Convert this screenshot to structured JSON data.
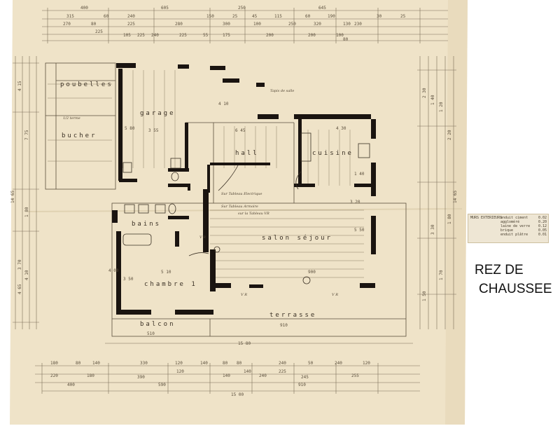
{
  "title": {
    "line1": "REZ DE",
    "line2": "CHAUSSEE"
  },
  "colors": {
    "paper": "#efe3c8",
    "ink": "#2a221a",
    "wall": "#1a1410",
    "pencil": "#6f6350"
  },
  "rooms": {
    "poubelles": "poubelles",
    "bucher": "bucher",
    "garage": "garage",
    "hall": "hall",
    "cuisine": "cuisine",
    "salon_sejour": "salon séjour",
    "chambre": "chambre 1",
    "bains": "bains",
    "balcon": "balcon",
    "terrasse": "terrasse"
  },
  "dims": {
    "top1": [
      "400",
      "605",
      "250",
      "645"
    ],
    "top2": [
      "315",
      "60",
      "240",
      "150",
      "25",
      "45",
      "115",
      "60",
      "190",
      "30",
      "25"
    ],
    "top3": [
      "270",
      "80",
      "225",
      "280",
      "300",
      "100",
      "250",
      "320",
      "130",
      "230"
    ],
    "top4": [
      "225",
      "105",
      "225",
      "240",
      "225",
      "55",
      "175",
      "200",
      "200",
      "100",
      "80"
    ],
    "bottom1": [
      "180",
      "80",
      "140",
      "330",
      "120",
      "140",
      "80",
      "80",
      "240",
      "50",
      "240",
      "120"
    ],
    "bottom2": [
      "220",
      "180",
      "390",
      "120",
      "140",
      "140",
      "240",
      "225",
      "245",
      "255"
    ],
    "bottom3": [
      "400",
      "590",
      "910"
    ],
    "bottom_total": "15 00",
    "overall": "15 80",
    "balcon_w": "510",
    "terrasse_w": "910",
    "sejour_w": "900",
    "left_total": "14 65",
    "left_vals": [
      "4 15",
      "7 75",
      "4 65",
      "1 80",
      "3 70",
      "4 10"
    ],
    "right_total": "14 65",
    "right_vals": [
      "2 30",
      "1 40",
      "1 20",
      "2 20",
      "3 30",
      "1 50",
      "1 70",
      "1 80"
    ],
    "garage_dims": [
      "3 55",
      "5 80",
      "4 10",
      "6 45"
    ],
    "chambre_dims": [
      "5 10",
      "3 50",
      "4 00"
    ],
    "cuisine_dims": [
      "5 50",
      "4 30",
      "1 40",
      "3 20"
    ]
  },
  "annotations": {
    "vr1": "V R",
    "vr2": "V R",
    "vr3": "V R",
    "haie": "1/2 terme",
    "note1": "Sur Tableau Electrique",
    "note2": "Sur Tableau Armoire",
    "note3": "sur la Tableau VR",
    "note4": "Tapis de salle"
  },
  "legend": {
    "heading": "MURS EXTERIEURS",
    "items": [
      {
        "name": "enduit ciment",
        "value": "0.02"
      },
      {
        "name": "aggloméré",
        "value": "0.20"
      },
      {
        "name": "laine de verre",
        "value": "0.12"
      },
      {
        "name": "brique",
        "value": "0.05"
      },
      {
        "name": "enduit plâtre",
        "value": "0.01"
      }
    ]
  }
}
